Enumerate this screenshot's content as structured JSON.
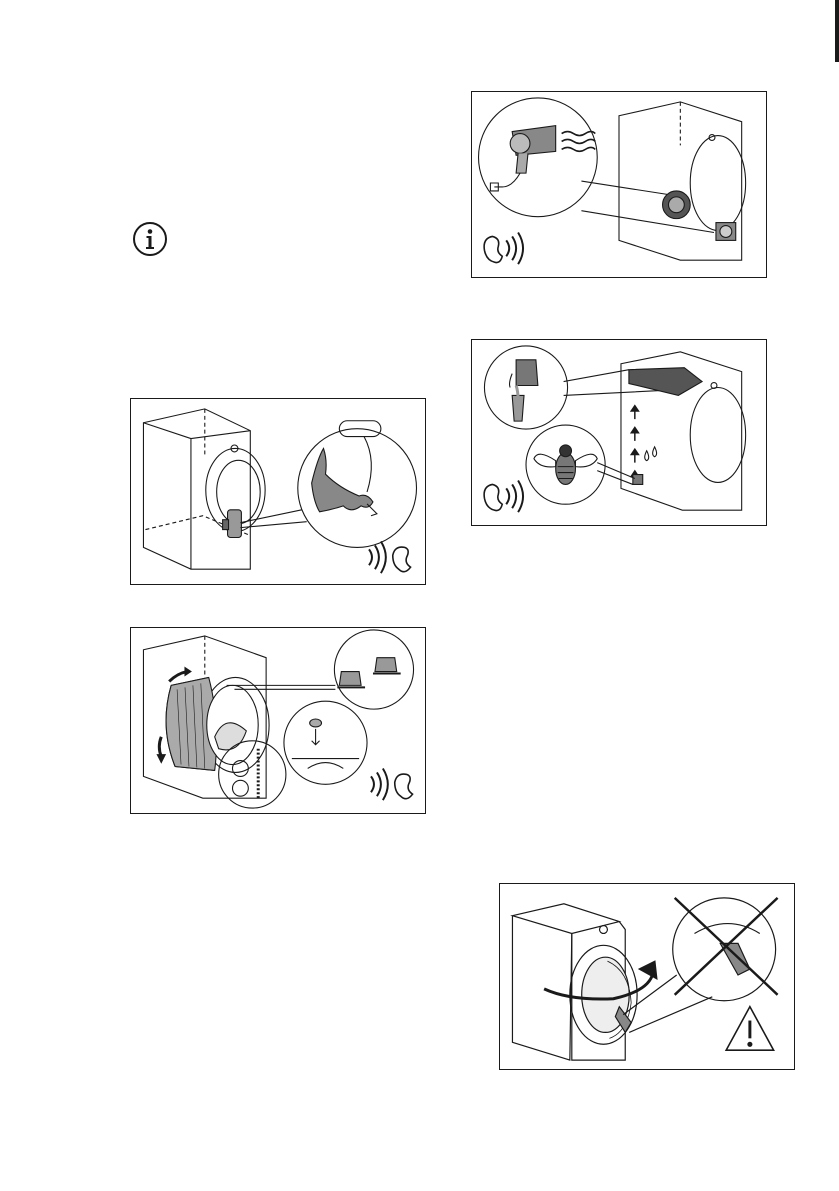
{
  "page": {
    "accent_color": "#1a1a1a",
    "background": "#ffffff"
  },
  "icons": {
    "info": "info-circle-icon",
    "ear": "ear-icon",
    "warning": "warning-triangle-icon"
  },
  "figures": [
    {
      "id": "cat",
      "description_icon": "compressor-cat-icon"
    },
    {
      "id": "drum",
      "description_icon": "drum-rotation-icon"
    },
    {
      "id": "dryer",
      "description_icon": "hairdryer-fan-icon"
    },
    {
      "id": "water",
      "description_icon": "water-pump-bee-icon"
    },
    {
      "id": "door",
      "description_icon": "door-hinge-warning-icon"
    }
  ]
}
